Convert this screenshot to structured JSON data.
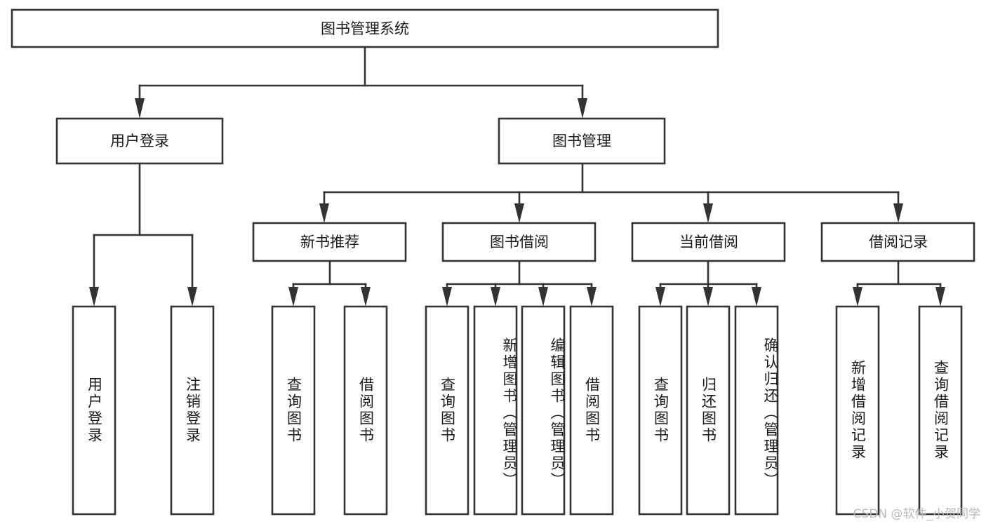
{
  "diagram": {
    "type": "tree-hierarchy",
    "title": "图书管理系统",
    "watermark": "CSDN @软件_小贺同学",
    "colors": {
      "stroke": "#333333",
      "fill": "#ffffff",
      "text": "#1a1a1a",
      "watermark": "#b9b9b9"
    },
    "levels": {
      "root": {
        "label": "图书管理系统"
      },
      "level2": [
        {
          "label": "用户登录"
        },
        {
          "label": "图书管理"
        }
      ],
      "level3": [
        {
          "label": "新书推荐"
        },
        {
          "label": "图书借阅"
        },
        {
          "label": "当前借阅"
        },
        {
          "label": "借阅记录"
        }
      ],
      "leaves": {
        "user_login": [
          {
            "label": "用户登录"
          },
          {
            "label": "注销登录"
          }
        ],
        "new_book_recommend": [
          {
            "label": "查询图书"
          },
          {
            "label": "借阅图书"
          }
        ],
        "book_borrow": [
          {
            "label": "查询图书"
          },
          {
            "label": "新增图书（管理员）"
          },
          {
            "label": "编辑图书（管理员）"
          },
          {
            "label": "借阅图书"
          }
        ],
        "current_borrow": [
          {
            "label": "查询图书"
          },
          {
            "label": "归还图书"
          },
          {
            "label": "确认归还（管理员）"
          }
        ],
        "borrow_records": [
          {
            "label": "新增借阅记录"
          },
          {
            "label": "查询借阅记录"
          }
        ]
      }
    }
  }
}
